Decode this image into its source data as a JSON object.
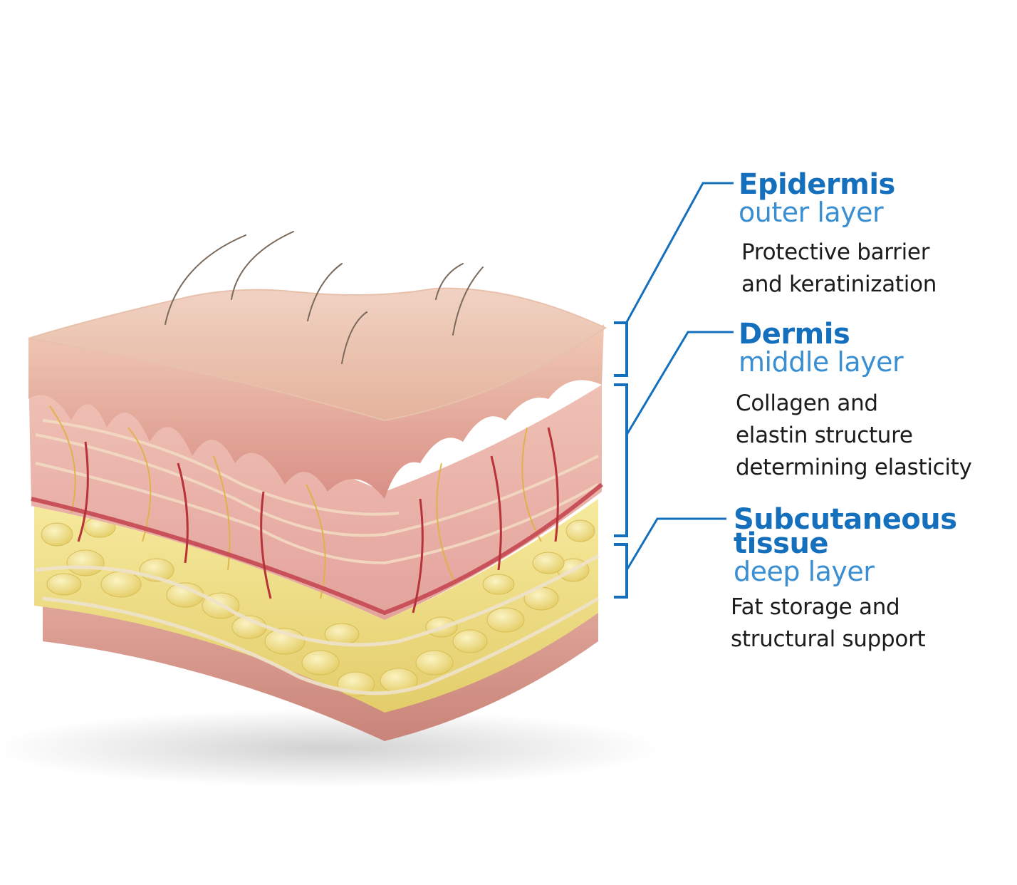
{
  "colors": {
    "accent": "#1470bd",
    "subtitle": "#3a8ed2",
    "text": "#1c1c1c",
    "epidermis": "#e7b6a0",
    "dermis": "#e8a9a0",
    "fat": "#efdf86",
    "vessel": "#b8323a",
    "nerve": "#e0b043"
  },
  "layers": [
    {
      "id": "epidermis",
      "name": "Epidermis",
      "subtitle": "outer layer",
      "description": "Protective barrier\nand keratinization"
    },
    {
      "id": "dermis",
      "name": "Dermis",
      "subtitle": "middle layer",
      "description": "Collagen and\nelastin structure\ndetermining elasticity"
    },
    {
      "id": "subcutaneous",
      "name": "Subcutaneous\ntissue",
      "subtitle": "deep layer",
      "description": "Fat storage and\nstructural support"
    }
  ]
}
